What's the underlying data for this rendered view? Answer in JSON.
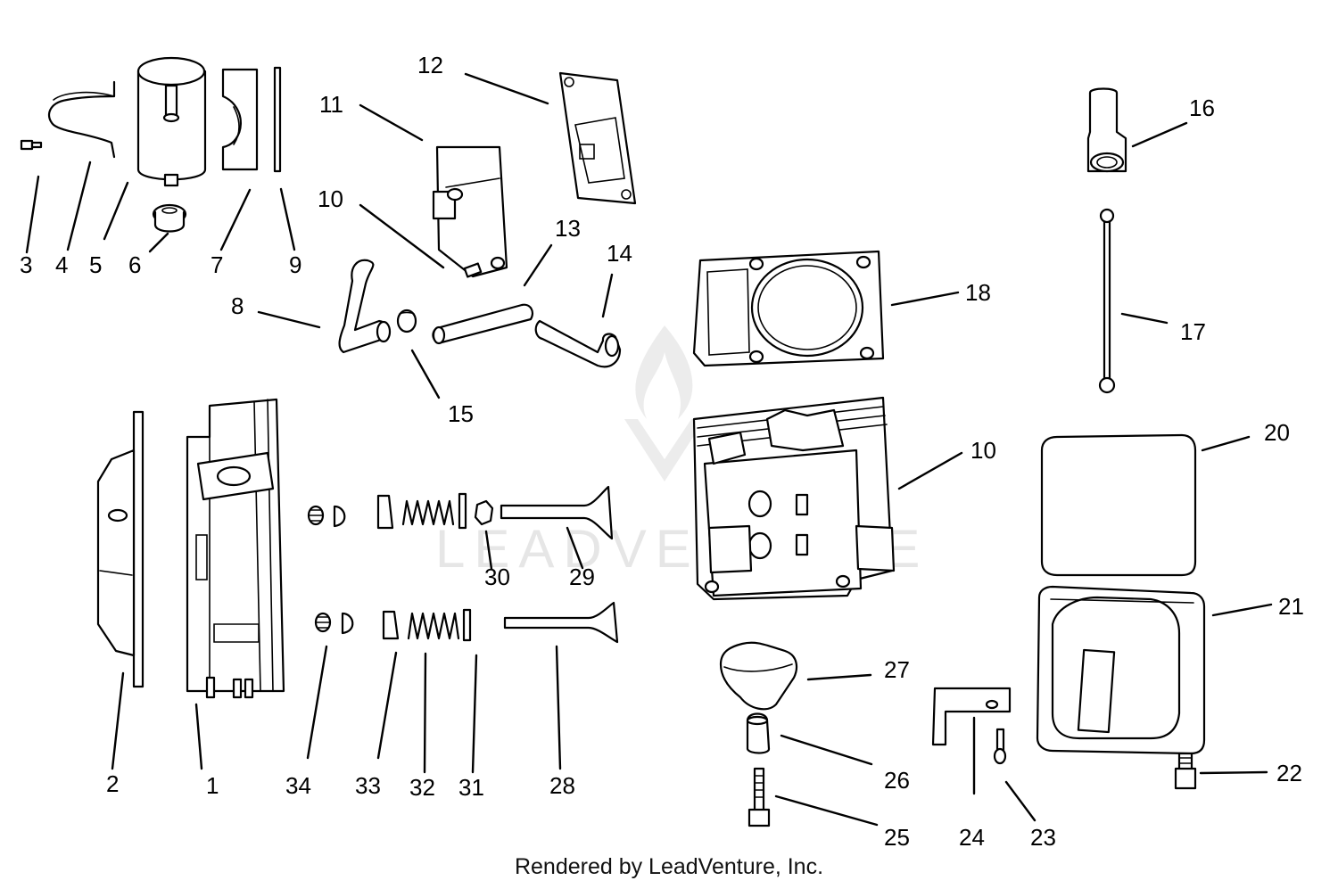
{
  "diagram": {
    "title": "",
    "watermark": "LEADVENTURE",
    "footer": "Rendered by LeadVenture, Inc.",
    "callouts": {
      "c1": "1",
      "c2": "2",
      "c3": "3",
      "c4": "4",
      "c5": "5",
      "c6": "6",
      "c7": "7",
      "c8": "8",
      "c9": "9",
      "c10a": "10",
      "c10b": "10",
      "c11": "11",
      "c12": "12",
      "c13": "13",
      "c14": "14",
      "c15": "15",
      "c16": "16",
      "c17": "17",
      "c18": "18",
      "c20": "20",
      "c21": "21",
      "c22": "22",
      "c23": "23",
      "c24": "24",
      "c25": "25",
      "c26": "26",
      "c27": "27",
      "c28": "28",
      "c29": "29",
      "c30": "30",
      "c31": "31",
      "c32": "32",
      "c33": "33",
      "c34": "34"
    },
    "parts": [
      {
        "id": "part-1",
        "name": "cylinder-head-side"
      },
      {
        "id": "part-2",
        "name": "cover-plate"
      },
      {
        "id": "part-3",
        "name": "screw"
      },
      {
        "id": "part-4",
        "name": "clamp"
      },
      {
        "id": "part-5",
        "name": "breather-canister"
      },
      {
        "id": "part-6",
        "name": "grommet"
      },
      {
        "id": "part-7",
        "name": "baffle"
      },
      {
        "id": "part-8",
        "name": "hose"
      },
      {
        "id": "part-9",
        "name": "gasket-strip"
      },
      {
        "id": "part-10",
        "name": "cylinder-head"
      },
      {
        "id": "part-11",
        "name": "breather-cover"
      },
      {
        "id": "part-12",
        "name": "breather-gasket"
      },
      {
        "id": "part-13",
        "name": "tube"
      },
      {
        "id": "part-14",
        "name": "hose-elbow"
      },
      {
        "id": "part-15",
        "name": "clip"
      },
      {
        "id": "part-16",
        "name": "push-rod-cap"
      },
      {
        "id": "part-17",
        "name": "push-rod"
      },
      {
        "id": "part-18",
        "name": "head-gasket"
      },
      {
        "id": "part-20",
        "name": "valve-cover-gasket"
      },
      {
        "id": "part-21",
        "name": "valve-cover"
      },
      {
        "id": "part-22",
        "name": "stud"
      },
      {
        "id": "part-23",
        "name": "pin"
      },
      {
        "id": "part-24",
        "name": "bracket"
      },
      {
        "id": "part-25",
        "name": "bolt"
      },
      {
        "id": "part-26",
        "name": "spark-plug"
      },
      {
        "id": "part-27",
        "name": "plug-boot"
      },
      {
        "id": "part-28",
        "name": "exhaust-valve"
      },
      {
        "id": "part-29",
        "name": "intake-valve"
      },
      {
        "id": "part-30",
        "name": "valve-seal"
      },
      {
        "id": "part-31",
        "name": "washer"
      },
      {
        "id": "part-32",
        "name": "valve-spring"
      },
      {
        "id": "part-33",
        "name": "spring-retainer"
      },
      {
        "id": "part-34",
        "name": "valve-keepers"
      }
    ]
  }
}
